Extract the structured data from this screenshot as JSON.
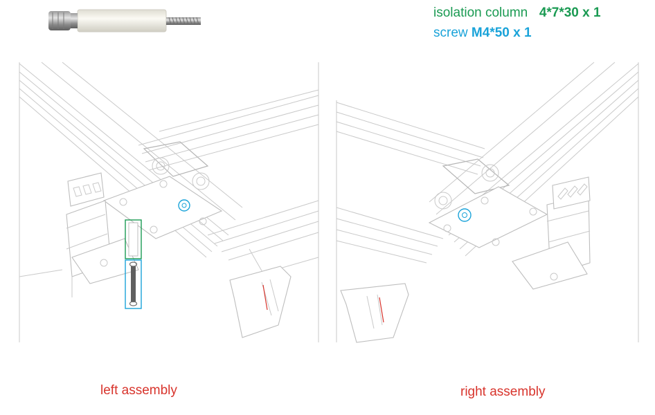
{
  "legend": {
    "column_label": "isolation column",
    "column_spec": "4*7*30 x 1",
    "screw_label": "screw",
    "screw_spec": "M4*50 x 1"
  },
  "captions": {
    "left": "left assembly",
    "right": "right assembly"
  },
  "colors": {
    "column_green": "#1a9a52",
    "screw_blue": "#1aa3d9",
    "caption_red": "#d8342c",
    "line_gray": "#c9c9c9"
  }
}
